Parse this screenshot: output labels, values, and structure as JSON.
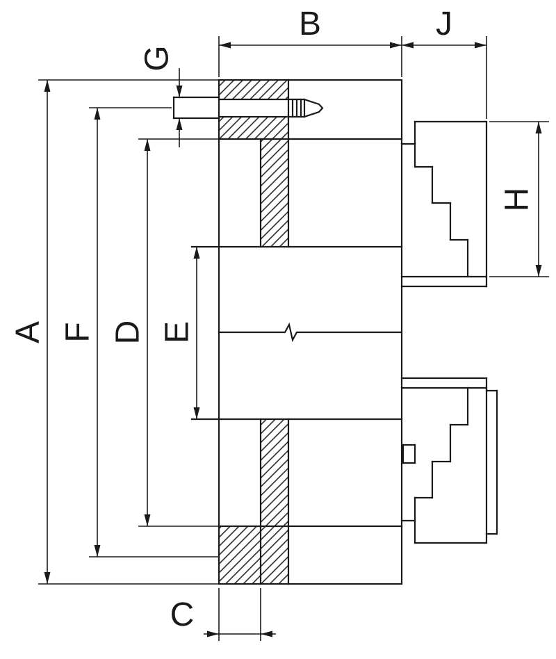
{
  "page": {
    "background": "#ffffff",
    "line_color": "#1a1a1a"
  },
  "diagram": {
    "kind": "lathe-chuck-cross-section-dimension-drawing",
    "labels": {
      "A": "A",
      "B": "B",
      "C": "C",
      "D": "D",
      "E": "E",
      "F": "F",
      "G": "G",
      "H": "H",
      "J": "J"
    }
  }
}
